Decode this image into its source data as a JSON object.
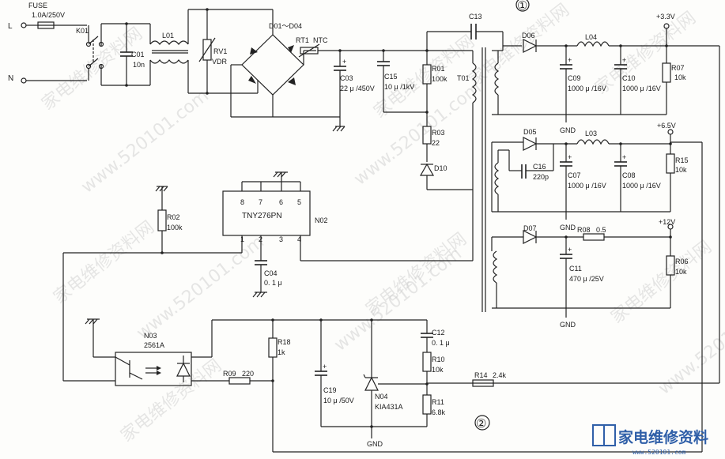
{
  "watermark": {
    "site_a": "家电维修资料网",
    "site_b": "www.520101.com",
    "logo_text": "家电维修资料",
    "logo_url": "www.520101.com"
  },
  "sections": {
    "one": "①",
    "two": "②"
  },
  "input": {
    "line": "L",
    "neutral": "N"
  },
  "components": {
    "fuse": {
      "name": "FUSE",
      "value": "1.0A/250V"
    },
    "k01": "K01",
    "c01": {
      "name": "C01",
      "value": "10n"
    },
    "l01": "L01",
    "rv1": {
      "name": "RV1",
      "value": "VDR"
    },
    "bridge": "D01～D04",
    "rt1": {
      "name": "RT1",
      "value": "NTC"
    },
    "c03": {
      "name": "C03",
      "value": "22 μ /450V"
    },
    "c15": {
      "name": "C15",
      "value": "10 μ /1kV"
    },
    "r01": {
      "name": "R01",
      "value": "100k"
    },
    "r03": {
      "name": "R03",
      "value": "22"
    },
    "d10": "D10",
    "c13": "C13",
    "t01": "T01",
    "d06": "D06",
    "l04": "L04",
    "c09": {
      "name": "C09",
      "value": "1000 μ /16V"
    },
    "c10": {
      "name": "C10",
      "value": "1000 μ /16V"
    },
    "r07": {
      "name": "R07",
      "value": "10k"
    },
    "d05": "D05",
    "l03": "L03",
    "c16": {
      "name": "C16",
      "value": "220p"
    },
    "c07": {
      "name": "C07",
      "value": "1000 μ /16V"
    },
    "c08": {
      "name": "C08",
      "value": "1000 μ /16V"
    },
    "r15": {
      "name": "R15",
      "value": "10k"
    },
    "d07": "D07",
    "r08": {
      "name": "R08",
      "value": "0.5"
    },
    "c11": {
      "name": "C11",
      "value": "470 μ /25V"
    },
    "r06": {
      "name": "R06",
      "value": "10k"
    },
    "r02": {
      "name": "R02",
      "value": "100k"
    },
    "n02": {
      "name": "N02",
      "part": "TNY276PN",
      "pins_top": [
        "8",
        "7",
        "6",
        "5"
      ],
      "pins_bottom": [
        "1",
        "2",
        "3",
        "4"
      ]
    },
    "c04": {
      "name": "C04",
      "value": "0. 1 μ"
    },
    "n03": {
      "name": "N03",
      "part": "2561A"
    },
    "r09": {
      "name": "R09",
      "value": "220"
    },
    "r18": {
      "name": "R18",
      "value": "1k"
    },
    "c19": {
      "name": "C19",
      "value": "10 μ /50V"
    },
    "n04": {
      "name": "N04",
      "part": "KIA431A"
    },
    "c12": {
      "name": "C12",
      "value": "0. 1 μ"
    },
    "r10": {
      "name": "R10",
      "value": "10k"
    },
    "r11": {
      "name": "R11",
      "value": "6.8k"
    },
    "r14": {
      "name": "R14",
      "value": "2.4k"
    }
  },
  "rails": {
    "v33": "+3.3V",
    "v65": "+6.5V",
    "v12": "+12V",
    "gnd": "GND"
  }
}
